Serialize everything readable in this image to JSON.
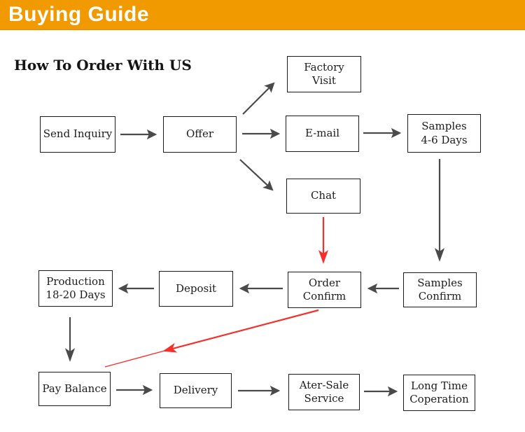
{
  "banner": {
    "title": "Buying Guide",
    "bg_color": "#f09a00",
    "text_color": "#ffffff"
  },
  "heading": "How To Order With US",
  "flowchart": {
    "arrow_color": "#4a4a4a",
    "highlight_arrow_color": "#f5302c",
    "nodes": {
      "send_inquiry": {
        "label": "Send Inquiry"
      },
      "offer": {
        "label": "Offer"
      },
      "factory_visit": {
        "label": "Factory\nVisit"
      },
      "email": {
        "label": "E-mail"
      },
      "samples": {
        "label": "Samples\n4-6 Days"
      },
      "chat": {
        "label": "Chat"
      },
      "samples_confirm": {
        "label": "Samples\nConfirm"
      },
      "order_confirm": {
        "label": "Order\nConfirm"
      },
      "deposit": {
        "label": "Deposit"
      },
      "production": {
        "label": "Production\n18-20 Days"
      },
      "pay_balance": {
        "label": "Pay Balance"
      },
      "delivery": {
        "label": "Delivery"
      },
      "after_sale": {
        "label": "Ater-Sale\nService"
      },
      "long_time": {
        "label": "Long Time\nCoperation"
      }
    },
    "edges": [
      {
        "from": "send_inquiry",
        "to": "offer",
        "color": "gray"
      },
      {
        "from": "offer",
        "to": "factory_visit",
        "color": "gray"
      },
      {
        "from": "offer",
        "to": "email",
        "color": "gray"
      },
      {
        "from": "offer",
        "to": "chat",
        "color": "gray"
      },
      {
        "from": "email",
        "to": "samples",
        "color": "gray"
      },
      {
        "from": "samples",
        "to": "samples_confirm",
        "color": "gray"
      },
      {
        "from": "chat",
        "to": "order_confirm",
        "color": "red"
      },
      {
        "from": "samples_confirm",
        "to": "order_confirm",
        "color": "gray"
      },
      {
        "from": "order_confirm",
        "to": "deposit",
        "color": "gray"
      },
      {
        "from": "deposit",
        "to": "production",
        "color": "gray"
      },
      {
        "from": "production",
        "to": "pay_balance",
        "color": "gray"
      },
      {
        "from": "order_confirm",
        "to": "pay_balance",
        "color": "red"
      },
      {
        "from": "pay_balance",
        "to": "delivery",
        "color": "gray"
      },
      {
        "from": "delivery",
        "to": "after_sale",
        "color": "gray"
      },
      {
        "from": "after_sale",
        "to": "long_time",
        "color": "gray"
      }
    ]
  }
}
